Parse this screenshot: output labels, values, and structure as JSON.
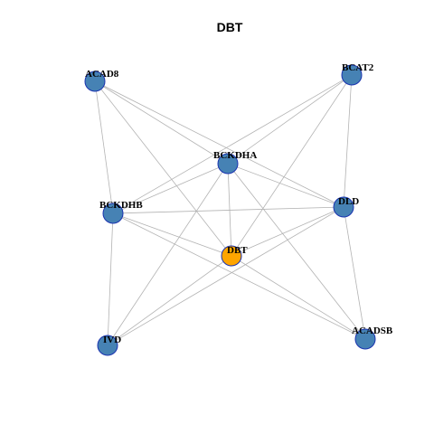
{
  "title": "DBT",
  "colors": {
    "default_node": "#4682b4",
    "highlight_node": "#ffa500",
    "node_border": "#1a33b0",
    "edge": "#b3b3b3"
  },
  "nodes": [
    {
      "id": "ACAD8",
      "label": "ACAD8",
      "highlight": false
    },
    {
      "id": "BCAT2",
      "label": "BCAT2",
      "highlight": false
    },
    {
      "id": "BCKDHA",
      "label": "BCKDHA",
      "highlight": false
    },
    {
      "id": "BCKDHB",
      "label": "BCKDHB",
      "highlight": false
    },
    {
      "id": "DLD",
      "label": "DLD",
      "highlight": false
    },
    {
      "id": "DBT",
      "label": "DBT",
      "highlight": true
    },
    {
      "id": "IVD",
      "label": "IVD",
      "highlight": false
    },
    {
      "id": "ACADSB",
      "label": "ACADSB",
      "highlight": false
    }
  ],
  "edges": [
    [
      "ACAD8",
      "BCKDHA"
    ],
    [
      "ACAD8",
      "BCKDHB"
    ],
    [
      "ACAD8",
      "DLD"
    ],
    [
      "ACAD8",
      "DBT"
    ],
    [
      "BCAT2",
      "BCKDHA"
    ],
    [
      "BCAT2",
      "BCKDHB"
    ],
    [
      "BCAT2",
      "DLD"
    ],
    [
      "BCAT2",
      "DBT"
    ],
    [
      "BCKDHA",
      "BCKDHB"
    ],
    [
      "BCKDHA",
      "DLD"
    ],
    [
      "BCKDHA",
      "DBT"
    ],
    [
      "BCKDHA",
      "IVD"
    ],
    [
      "BCKDHA",
      "ACADSB"
    ],
    [
      "BCKDHB",
      "DLD"
    ],
    [
      "BCKDHB",
      "DBT"
    ],
    [
      "BCKDHB",
      "IVD"
    ],
    [
      "BCKDHB",
      "ACADSB"
    ],
    [
      "DLD",
      "DBT"
    ],
    [
      "DLD",
      "IVD"
    ],
    [
      "DLD",
      "ACADSB"
    ],
    [
      "DBT",
      "IVD"
    ],
    [
      "DBT",
      "ACADSB"
    ]
  ]
}
